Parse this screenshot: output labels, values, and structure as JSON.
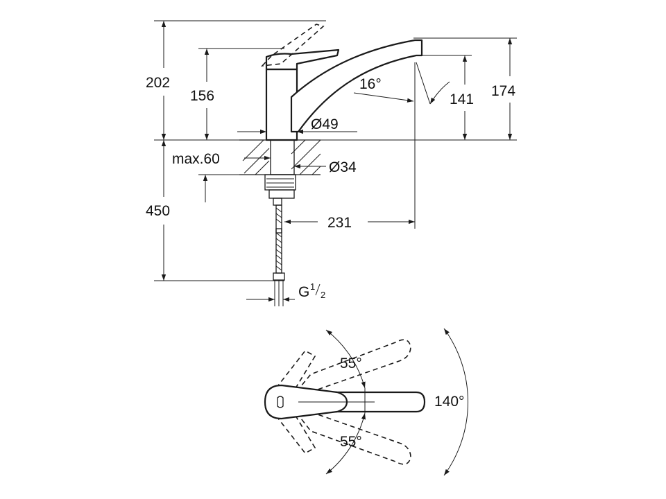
{
  "side_view": {
    "dim_total_height": "202",
    "dim_body_height": "156",
    "dim_spout_height": "174",
    "dim_outlet_height": "141",
    "dim_spout_angle": "16°",
    "dim_base_diameter": "Ø49",
    "dim_max_deck_thickness": "max.60",
    "dim_hole_diameter": "Ø34",
    "dim_hose_length": "450",
    "dim_spout_reach": "231",
    "dim_connection_prefix": "G",
    "dim_connection_num": "1",
    "dim_connection_den": "2"
  },
  "top_view": {
    "swivel_angle_upper": "55°",
    "swivel_angle_lower": "55°",
    "swivel_angle_total": "140°"
  }
}
